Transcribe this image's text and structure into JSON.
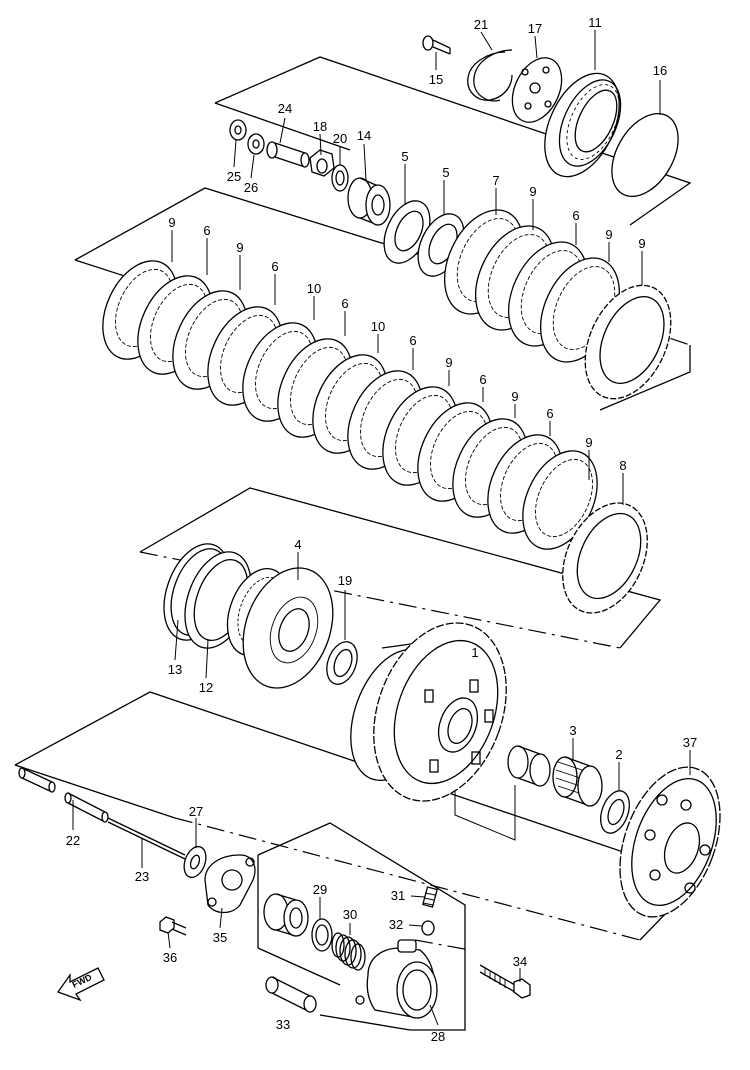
{
  "diagram": {
    "part_labels": [
      "1",
      "2",
      "3",
      "4",
      "5",
      "5",
      "6",
      "6",
      "6",
      "6",
      "6",
      "6",
      "6",
      "7",
      "8",
      "9",
      "9",
      "9",
      "9",
      "9",
      "9",
      "9",
      "9",
      "10",
      "10",
      "11",
      "12",
      "13",
      "14",
      "15",
      "16",
      "17",
      "18",
      "19",
      "20",
      "21",
      "22",
      "23",
      "24",
      "25",
      "26",
      "27",
      "28",
      "29",
      "30",
      "31",
      "32",
      "33",
      "34",
      "35",
      "36",
      "37"
    ],
    "fwd_label": "FWD"
  }
}
